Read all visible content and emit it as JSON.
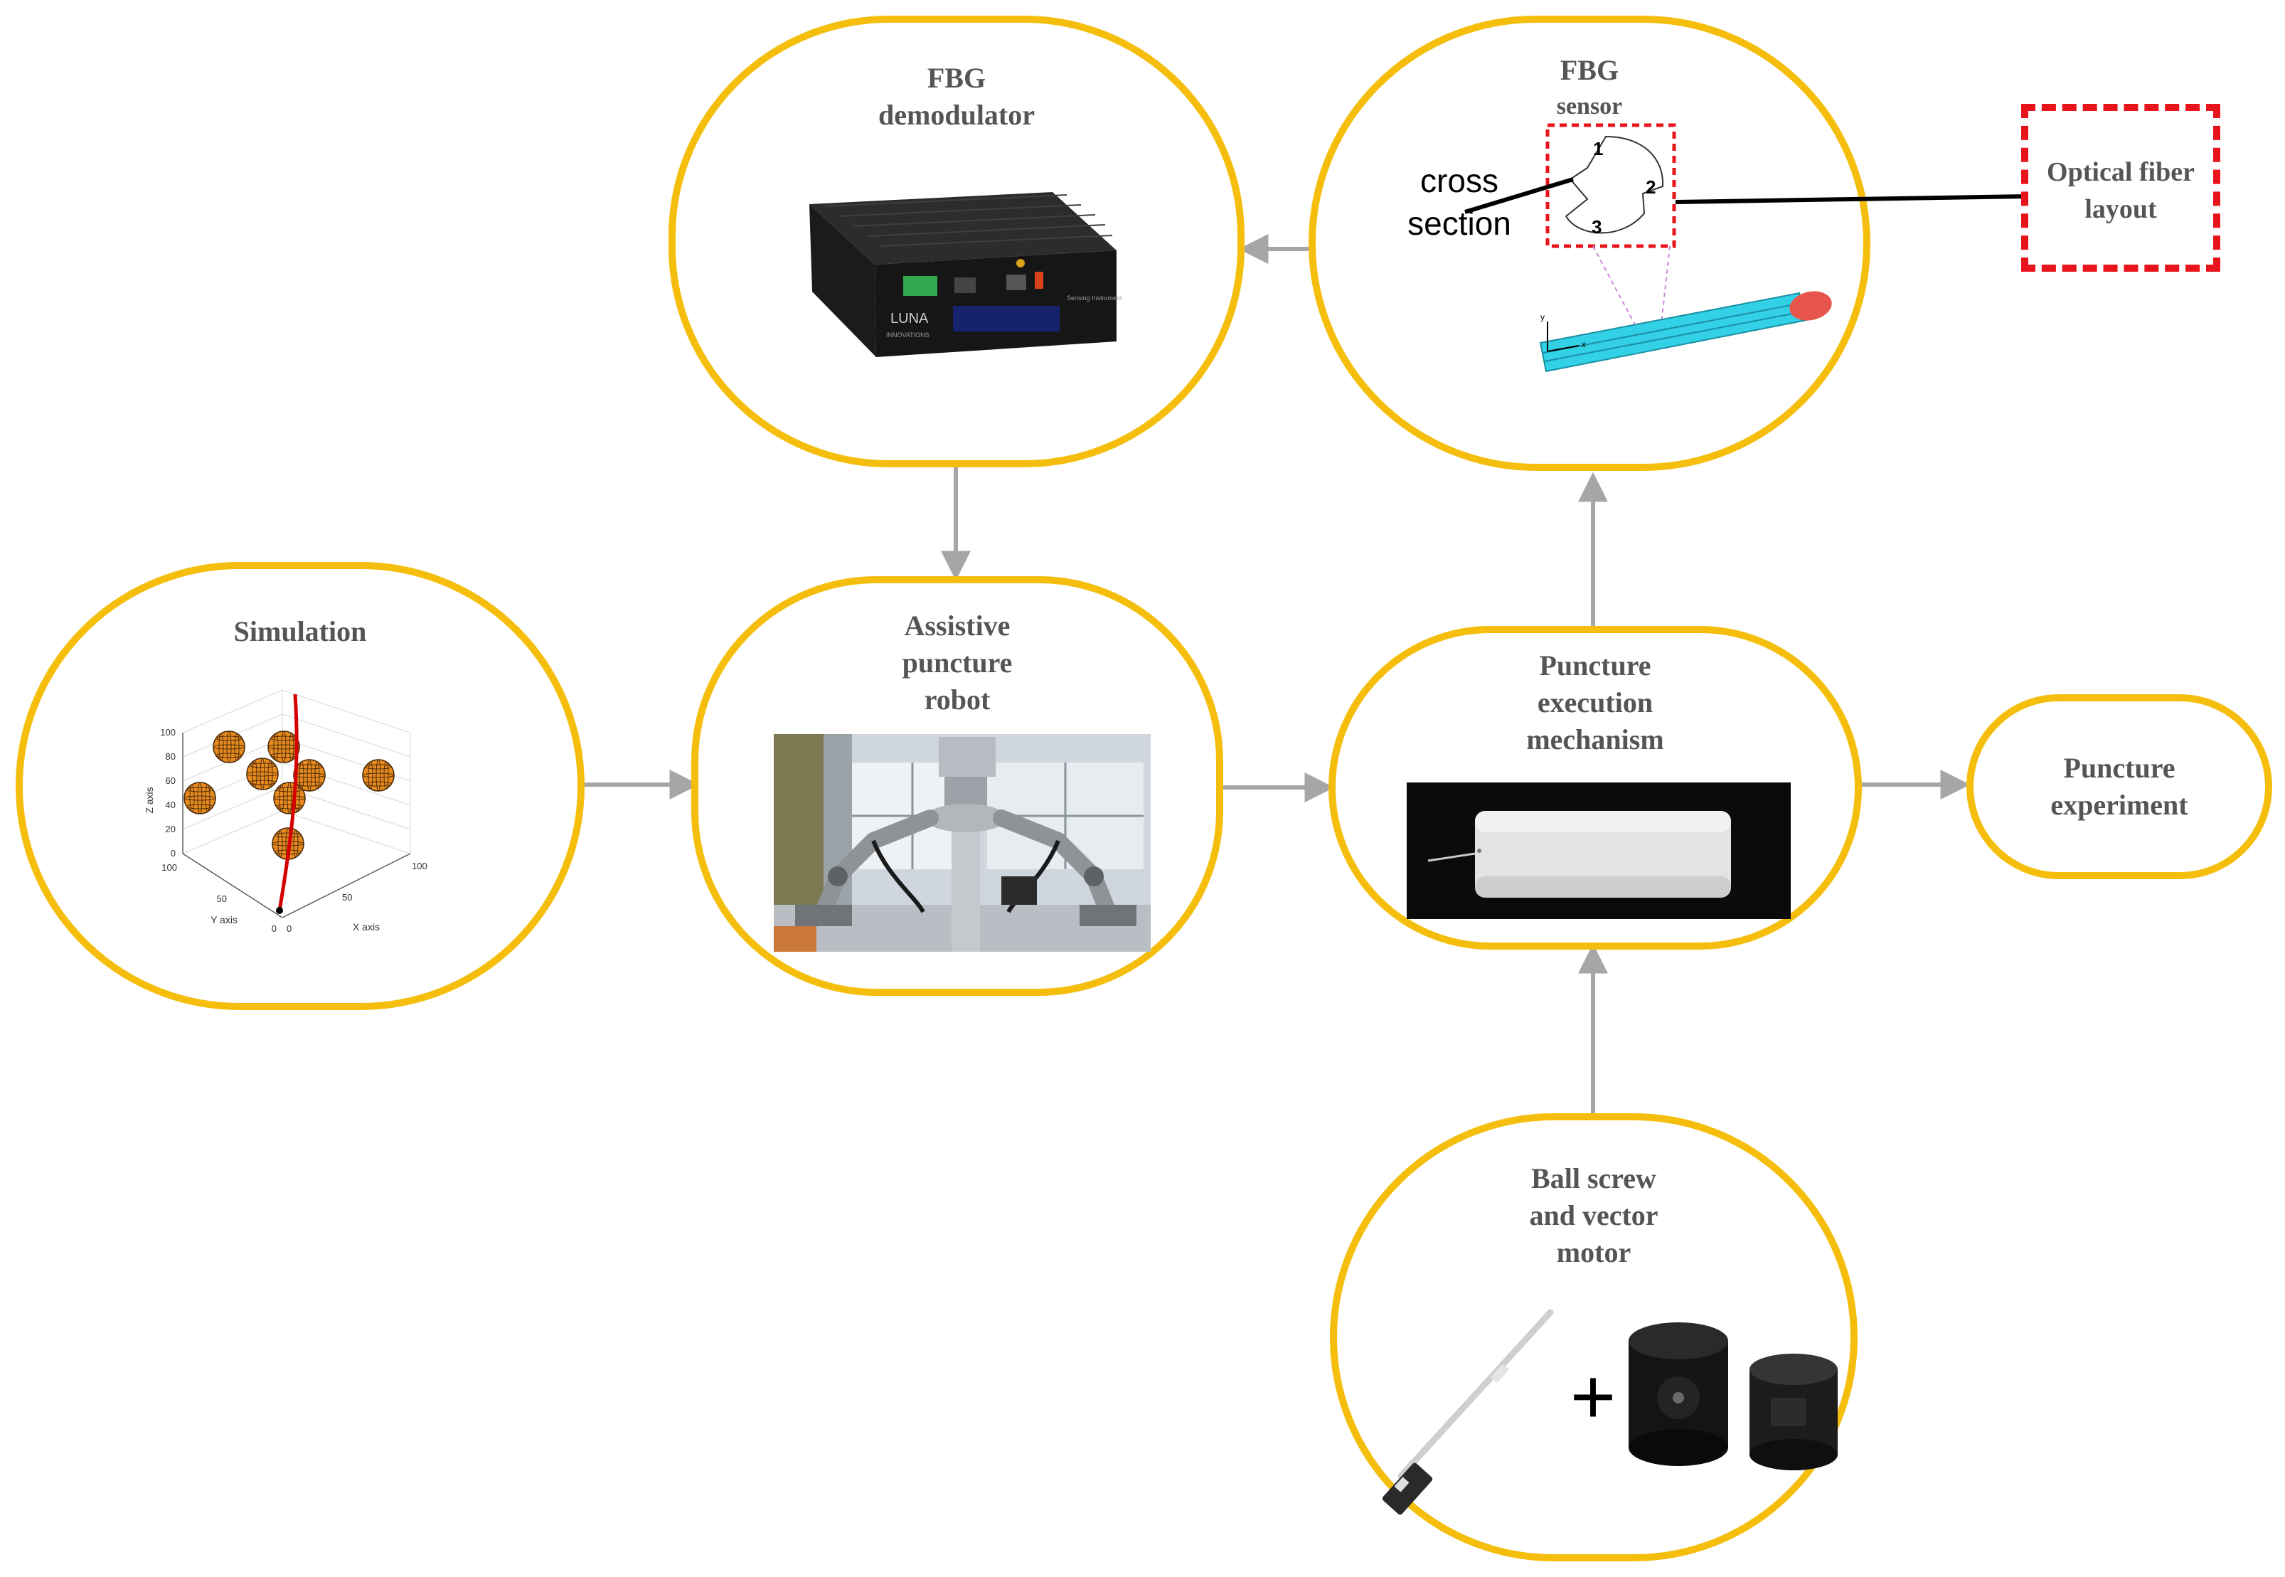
{
  "colors": {
    "node_border": "#f5be0d",
    "arrow": "#a6a6a6",
    "title_text": "#555555",
    "fiber_box_border": "#e8141c",
    "fiber_cyan": "#33d1e6",
    "fiber_tip": "#e8554c",
    "sphere_fill": "#e88b1e",
    "trajectory": "#d40000"
  },
  "nodes": {
    "simulation": {
      "title": "Simulation"
    },
    "demodulator": {
      "title": "FBG\ndemodulator"
    },
    "sensor": {
      "title_line1": "FBG",
      "title_line2": "sensor",
      "cross_label": "cross\nsection",
      "core_labels": [
        "1",
        "2",
        "3"
      ],
      "axis_labels": [
        "y",
        "x"
      ]
    },
    "fiber_layout": {
      "title": "Optical fiber\nlayout"
    },
    "robot": {
      "title": "Assistive\npuncture\nrobot"
    },
    "mechanism": {
      "title": "Puncture\nexecution\nmechanism"
    },
    "experiment": {
      "title": "Puncture\nexperiment"
    },
    "ballscrew": {
      "title": "Ball screw\nand vector\nmotor",
      "plus_sign": "+"
    }
  },
  "simulation_plot": {
    "z_label": "Z axis",
    "y_label": "Y axis",
    "x_label": "X axis",
    "z_ticks": [
      "100",
      "80",
      "60",
      "40",
      "20",
      "0"
    ],
    "y_ticks": [
      "100",
      "50",
      "0"
    ],
    "x_ticks": [
      "0",
      "50",
      "100"
    ]
  },
  "demodulator_device": {
    "brand": "LUNA",
    "sub_brand": "INNOVATIONS",
    "badge": "Sensing Instrument"
  }
}
